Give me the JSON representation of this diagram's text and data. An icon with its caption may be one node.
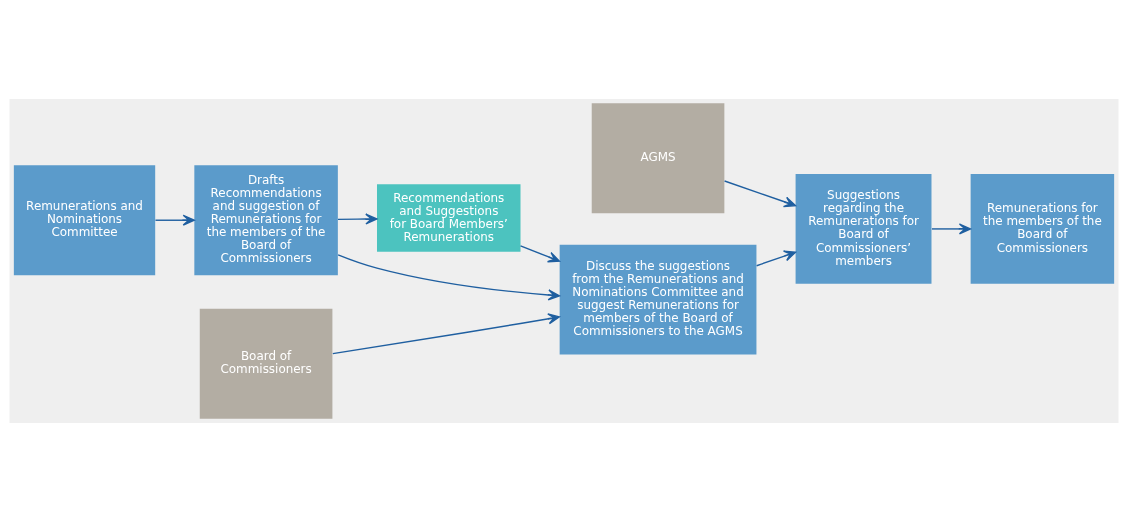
{
  "diagram": {
    "nodes": [
      {
        "text": [
          "Recommendations and Suggestions for Board Members’ Remunerations"
        ]
      },
      {
        "text": [
          "Remunerations and Nominations Committee"
        ]
      },
      {
        "text": [
          "Drafts Recommendations and suggestion of Remunerations for the members of the Board of Commissioners"
        ]
      },
      {
        "text": [
          "Discuss the suggestions from the Remunerations and Nominations Committee and suggest Remunerations for members of the Board of Commissioners to the AGMS"
        ]
      },
      {
        "text": [
          "Suggestions regarding the Remunerations for Board of Commissioners’ members"
        ]
      },
      {
        "text": [
          "Remunerations for the members of the Board of Commissioners"
        ]
      },
      {
        "text": [
          "Board of Commissioners"
        ]
      },
      {
        "text": [
          "AGMS"
        ]
      }
    ],
    "edges": [
      {
        "from": 1,
        "to": 2,
        "arrow": "to"
      },
      {
        "from": 2,
        "to": 0,
        "arrow": "to"
      },
      {
        "from": 0,
        "to": 3,
        "arrow": "to"
      },
      {
        "from": 2,
        "to": 3,
        "arrow": "to"
      },
      {
        "from": 3,
        "to": 4,
        "arrow": "to"
      },
      {
        "from": 4,
        "to": 5,
        "arrow": "to"
      },
      {
        "from": 6,
        "to": 3,
        "arrow": "to"
      },
      {
        "from": 7,
        "to": 4,
        "arrow": "to"
      }
    ]
  }
}
